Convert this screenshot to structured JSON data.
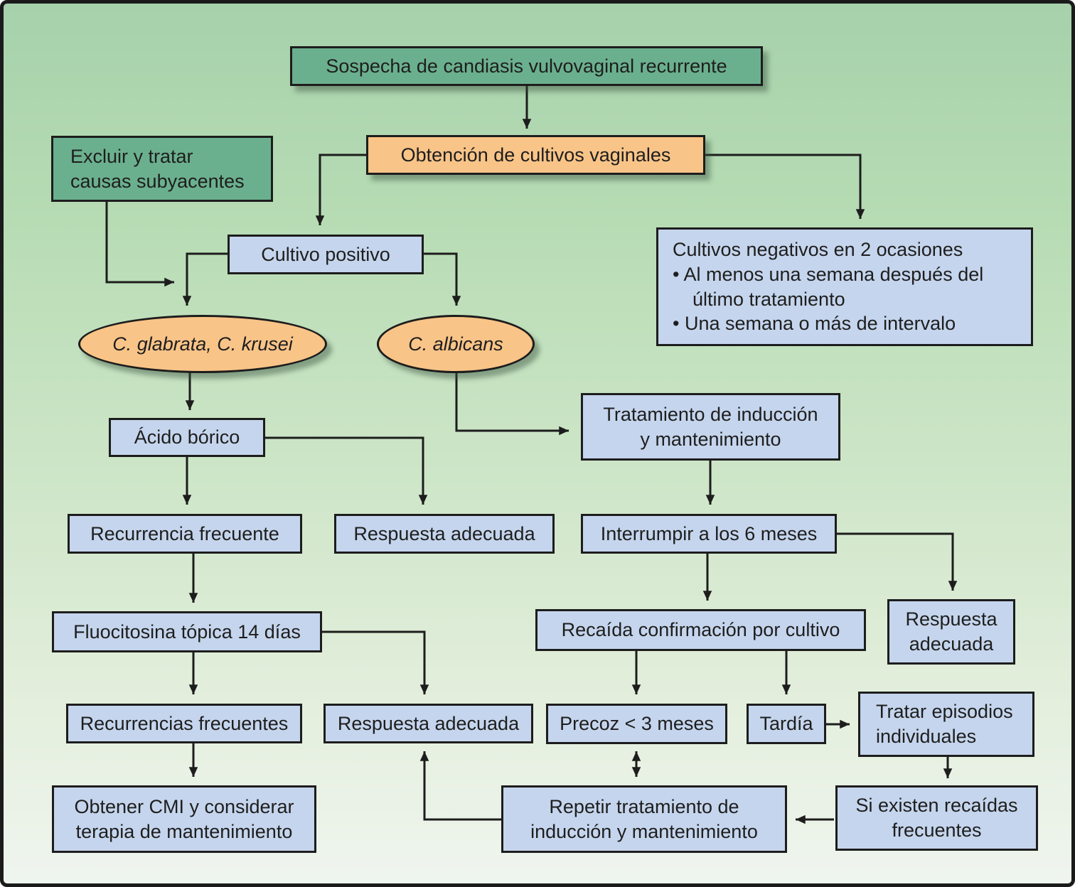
{
  "colors": {
    "green": "#6bb08e",
    "orange": "#f9c488",
    "blue": "#c5d5ed",
    "line": "#1d1d1d",
    "background_top": "#a6d1ab",
    "background_bottom": "#eff5ef"
  },
  "nodes": {
    "sospecha": {
      "text": "Sospecha de candiasis vulvovaginal recurrente"
    },
    "obtencion": {
      "text": "Obtención de cultivos vaginales"
    },
    "excluir": {
      "text": "Excluir y tratar\ncausas subyacentes"
    },
    "cultivo_positivo": {
      "text": "Cultivo positivo"
    },
    "cultivos_negativos": {
      "title": "Cultivos negativos en 2 ocasiones",
      "bullets": [
        "• Al menos una semana después del último tratamiento",
        "• Una semana o más de intervalo"
      ]
    },
    "glabrata": {
      "text": "C. glabrata, C. krusei"
    },
    "albicans": {
      "text": "C. albicans"
    },
    "acido_borico": {
      "text": "Ácido bórico"
    },
    "tratamiento_induccion": {
      "text": "Tratamiento de inducción\ny mantenimiento"
    },
    "recurrencia_frecuente": {
      "text": "Recurrencia frecuente"
    },
    "respuesta_adecuada_1": {
      "text": "Respuesta adecuada"
    },
    "interrumpir": {
      "text": "Interrumpir a los 6 meses"
    },
    "recaida_confirmacion": {
      "text": "Recaída confirmación por cultivo"
    },
    "respuesta_adecuada_derecha": {
      "text": "Respuesta\nadecuada"
    },
    "fluocitosina": {
      "text": "Fluocitosina tópica 14 días"
    },
    "recurrencias_frecuentes": {
      "text": "Recurrencias frecuentes"
    },
    "respuesta_adecuada_2": {
      "text": "Respuesta adecuada"
    },
    "precoz": {
      "text": "Precoz < 3 meses"
    },
    "tardia": {
      "text": "Tardía"
    },
    "tratar_episodios": {
      "text": "Tratar episodios\nindividuales"
    },
    "obtener_cmi": {
      "text": "Obtener CMI y considerar\nterapia de mantenimiento"
    },
    "repetir_tratamiento": {
      "text": "Repetir tratamiento de\ninducción y mantenimiento"
    },
    "si_existen_recaidas": {
      "text": "Si existen recaídas\nfrecuentes"
    }
  }
}
